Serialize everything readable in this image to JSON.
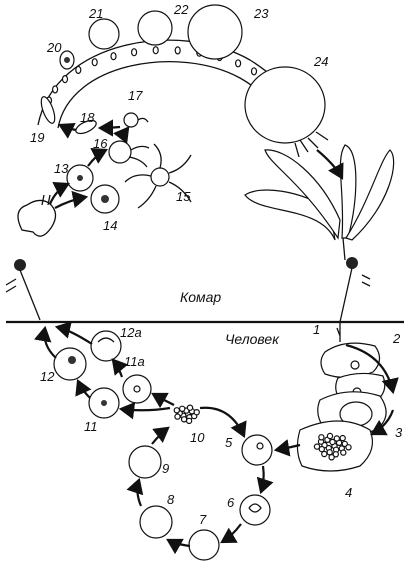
{
  "hosts": {
    "mosquito": "Комар",
    "human": "Человек"
  },
  "labels": {
    "n1": "1",
    "n2": "2",
    "n3": "3",
    "n4": "4",
    "n5": "5",
    "n6": "6",
    "n7": "7",
    "n8": "8",
    "n9": "9",
    "n10": "10",
    "n11": "11",
    "n11a": "11a",
    "n12": "12",
    "n12a": "12a",
    "n13": "13",
    "n14": "14",
    "n15": "15",
    "n16": "16",
    "n17": "17",
    "n18": "18",
    "n19": "19",
    "n20": "20",
    "n21": "21",
    "n22": "22",
    "n23": "23",
    "n24": "24"
  }
}
